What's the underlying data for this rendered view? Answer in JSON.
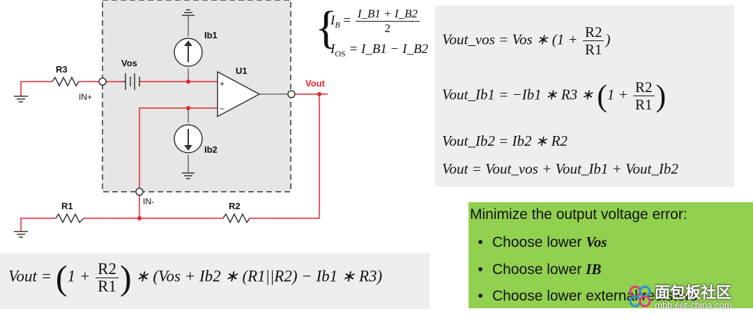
{
  "circuit": {
    "labels": {
      "r3": "R3",
      "vos": "Vos",
      "ib1": "Ib1",
      "u1": "U1",
      "vout": "Vout",
      "in_plus": "IN+",
      "ib2": "Ib2",
      "in_minus": "IN-",
      "r1": "R1",
      "r2": "R2",
      "plus": "+",
      "minus": "−"
    },
    "colors": {
      "wire_red": "#e3242b",
      "wire_gray": "#555555",
      "box_fill": "#e6e6e6",
      "vout_label": "#e3242b"
    }
  },
  "defs": {
    "ib_lhs": "I",
    "ib_sub": "B",
    "ib_num": "I_B1 + I_B2",
    "ib_den": "2",
    "ios_lhs": "I",
    "ios_sub": "OS",
    "ios_rhs": "= I_B1 − I_B2"
  },
  "equations": {
    "vout_vos_lhs": "Vout_vos = Vos ∗ (1 +",
    "vout_vos_num": "R2",
    "vout_vos_den": "R1",
    "vout_vos_close": ")",
    "vout_ib1_lhs": "Vout_Ib1 = −Ib1 ∗ R3 ∗",
    "vout_ib1_one": "1 +",
    "vout_ib1_num": "R2",
    "vout_ib1_den": "R1",
    "vout_ib2": "Vout_Ib2 = Ib2 ∗ R2",
    "vout_sum": "Vout = Vout_vos + Vout_Ib1 + Vout_Ib2"
  },
  "bottom_equation": {
    "lhs": "Vout =",
    "one": "1 +",
    "num": "R2",
    "den": "R1",
    "rhs": "∗ (Vos + Ib2 ∗ (R1||R2) − Ib1 ∗ R3)"
  },
  "advice": {
    "title": "Minimize the output voltage error:",
    "bullet": "•",
    "items": [
      {
        "prefix": "Choose lower ",
        "keyword": "Vos"
      },
      {
        "prefix": "Choose lower ",
        "keyword": "IB"
      },
      {
        "prefix": "Choose lower external resistors",
        "keyword": ""
      }
    ],
    "color": "#92d050"
  },
  "watermark": {
    "title": "面包板社区",
    "url": "mbb.eet-china.com"
  }
}
